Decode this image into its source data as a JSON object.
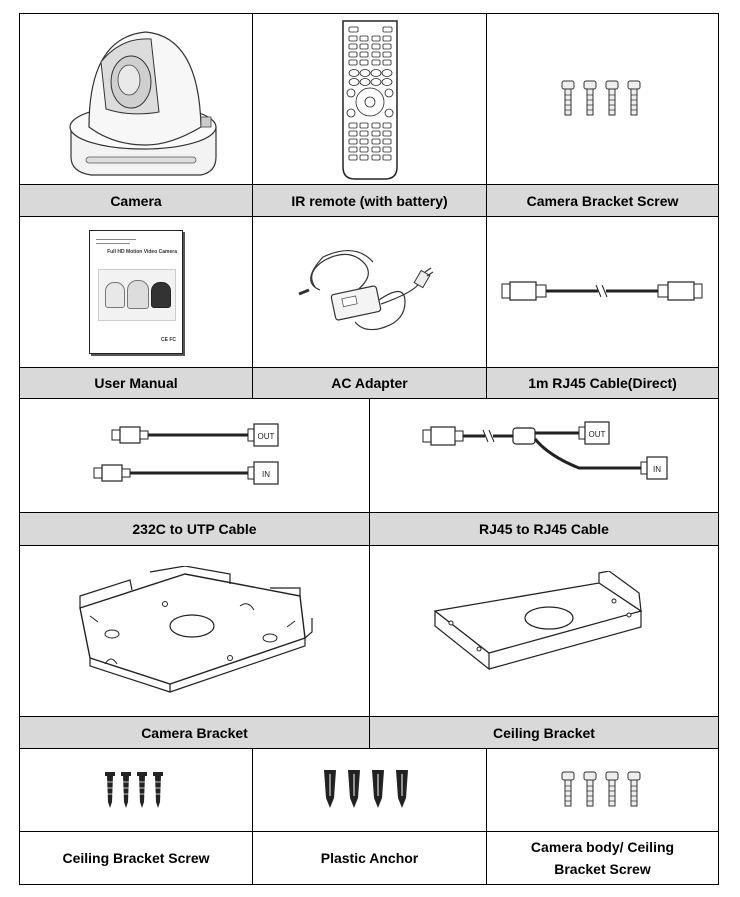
{
  "items": [
    {
      "label": "Camera"
    },
    {
      "label": "IR remote (with battery)"
    },
    {
      "label": "Camera Bracket Screw"
    },
    {
      "label": "User Manual"
    },
    {
      "label": "AC Adapter"
    },
    {
      "label": "1m RJ45 Cable(Direct)"
    },
    {
      "label": "232C to UTP Cable"
    },
    {
      "label": "RJ45 to RJ45 Cable"
    },
    {
      "label": "Camera Bracket"
    },
    {
      "label": "Ceiling Bracket"
    },
    {
      "label": "Ceiling Bracket Screw"
    },
    {
      "label": "Plastic Anchor"
    },
    {
      "label": "Camera body/ Ceiling Bracket Screw"
    }
  ],
  "manual_cover": {
    "title": "Full HD Motion Video Camera",
    "ce": "CE FC"
  },
  "cable_tags": {
    "out": "OUT",
    "in": "IN"
  }
}
